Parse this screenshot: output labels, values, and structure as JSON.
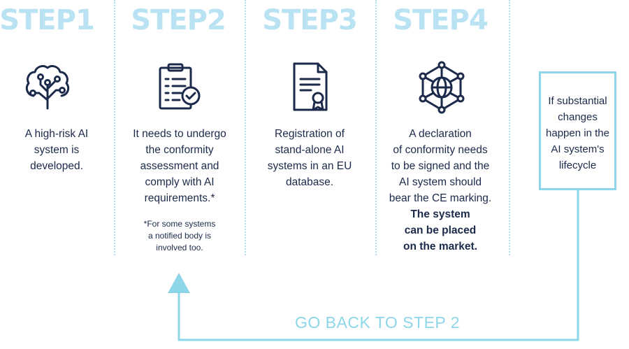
{
  "steps": [
    {
      "title": "STEP1",
      "icon": "ai-brain-circuit-icon",
      "text": [
        "A high-risk AI",
        "system is",
        "developed."
      ]
    },
    {
      "title": "STEP2",
      "icon": "clipboard-checklist-icon",
      "text": [
        "It needs to undergo",
        "the conformity",
        "assessment and",
        "comply with AI",
        "requirements.*"
      ],
      "note": [
        "*For some systems",
        "a notified body is",
        "involved too."
      ]
    },
    {
      "title": "STEP3",
      "icon": "certificate-document-icon",
      "text": [
        "Registration of",
        "stand-alone AI",
        "systems in an EU",
        "database."
      ]
    },
    {
      "title": "STEP4",
      "icon": "globe-network-icon",
      "text": [
        "A declaration",
        "of conformity needs",
        "to be signed and the",
        "AI system should",
        "bear the CE marking."
      ],
      "bold_text": [
        "The system",
        "can be placed",
        "on the market."
      ]
    }
  ],
  "side_box": {
    "text": [
      "If substantial",
      "changes",
      "happen in the",
      "AI system's",
      "lifecycle"
    ]
  },
  "back_label": "GO BACK TO STEP 2",
  "colors": {
    "accent": "#8dd6ea",
    "title": "#b9e3f2",
    "text": "#1b2a4a"
  }
}
